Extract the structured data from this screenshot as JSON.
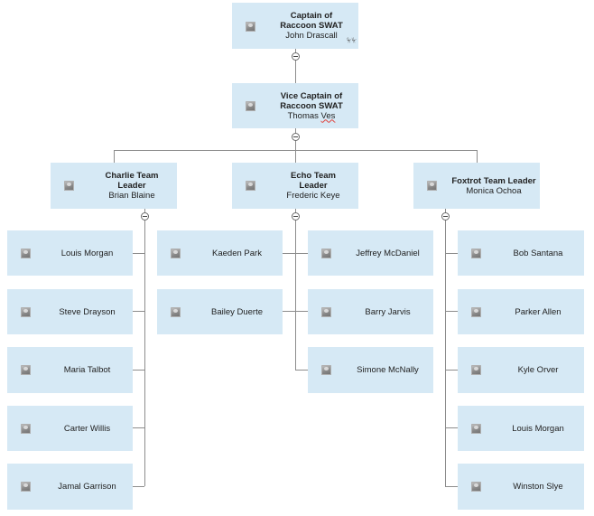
{
  "org": {
    "captain": {
      "title": "Captain of Raccoon SWAT",
      "name": "John Drascall"
    },
    "vice": {
      "title": "Vice Captain of Raccoon SWAT",
      "name_first": "Thomas ",
      "name_last": "Ves"
    },
    "leaders": [
      {
        "key": "charlie",
        "title": "Charlie Team Leader",
        "name": "Brian Blaine"
      },
      {
        "key": "echo",
        "title": "Echo Team Leader",
        "name": "Frederic Keye"
      },
      {
        "key": "foxtrot",
        "title": "Foxtrot Team Leader",
        "name": "Monica Ochoa"
      }
    ],
    "charlie_members": [
      "Louis Morgan",
      "Steve Drayson",
      "Maria Talbot",
      "Carter Willis",
      "Jamal Garrison"
    ],
    "echo_left_members": [
      "Kaeden Park",
      "Bailey Duerte"
    ],
    "echo_right_members": [
      "Jeffrey McDaniel",
      "Barry Jarvis",
      "Simone McNally"
    ],
    "foxtrot_members": [
      "Bob Santana",
      "Parker Allen",
      "Kyle Orver",
      "Louis Morgan",
      "Winston Slye"
    ]
  },
  "icons": {
    "photo": "avatar-photo-icon",
    "collapse": "collapse-minus-icon",
    "expand": "expand-icon"
  },
  "colors": {
    "node_fill": "#d6e9f5",
    "connector": "#8c8c8c"
  }
}
